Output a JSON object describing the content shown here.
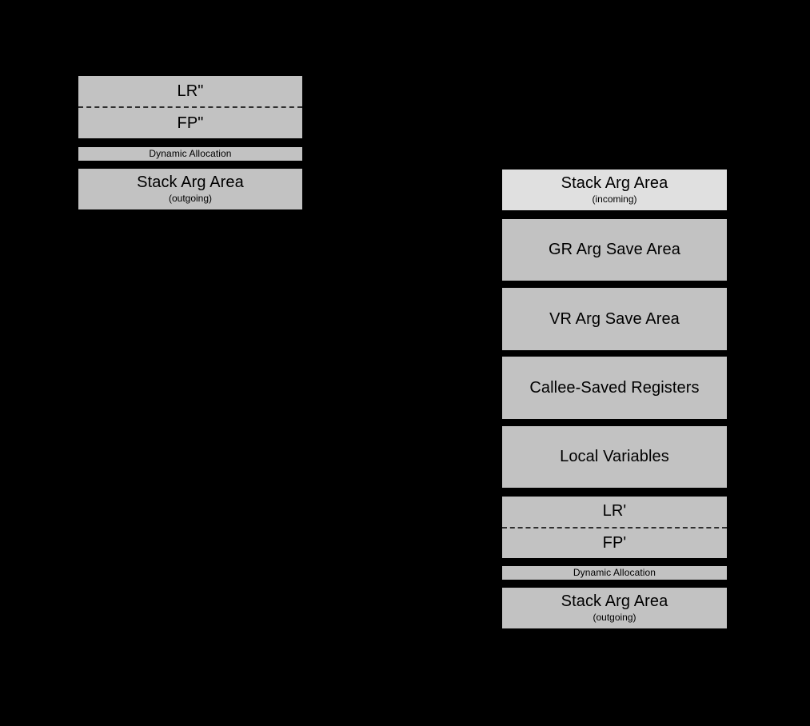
{
  "diagram": {
    "background_color": "#000000",
    "block_fill": "#c2c2c2",
    "block_fill_light": "#e0e0e0",
    "block_border": "#000000",
    "text_color": "#000000",
    "columns": [
      {
        "name": "caller-frame-partial",
        "blocks": [
          {
            "kind": "split",
            "name": "lr-fp-saved-double-prime",
            "top_label": "LR\"",
            "bottom_label": "FP\""
          },
          {
            "kind": "simple",
            "name": "dynamic-allocation",
            "label": "Dynamic Allocation",
            "sub": ""
          },
          {
            "kind": "simple",
            "name": "stack-arg-area-outgoing",
            "label": "Stack Arg Area",
            "sub": "(outgoing)"
          }
        ]
      },
      {
        "name": "current-frame",
        "blocks": [
          {
            "kind": "simple",
            "name": "stack-arg-area-incoming",
            "label": "Stack Arg Area",
            "sub": "(incoming)"
          },
          {
            "kind": "simple",
            "name": "gr-arg-save-area",
            "label": "GR Arg Save Area",
            "sub": ""
          },
          {
            "kind": "simple",
            "name": "vr-arg-save-area",
            "label": "VR Arg Save Area",
            "sub": ""
          },
          {
            "kind": "simple",
            "name": "callee-saved-registers",
            "label": "Callee-Saved Registers",
            "sub": ""
          },
          {
            "kind": "simple",
            "name": "local-variables",
            "label": "Local Variables",
            "sub": ""
          },
          {
            "kind": "split",
            "name": "lr-fp-saved-prime",
            "top_label": "LR'",
            "bottom_label": "FP'"
          },
          {
            "kind": "simple",
            "name": "dynamic-allocation",
            "label": "Dynamic Allocation",
            "sub": ""
          },
          {
            "kind": "simple",
            "name": "stack-arg-area-outgoing",
            "label": "Stack Arg Area",
            "sub": "(outgoing)"
          }
        ]
      }
    ]
  }
}
